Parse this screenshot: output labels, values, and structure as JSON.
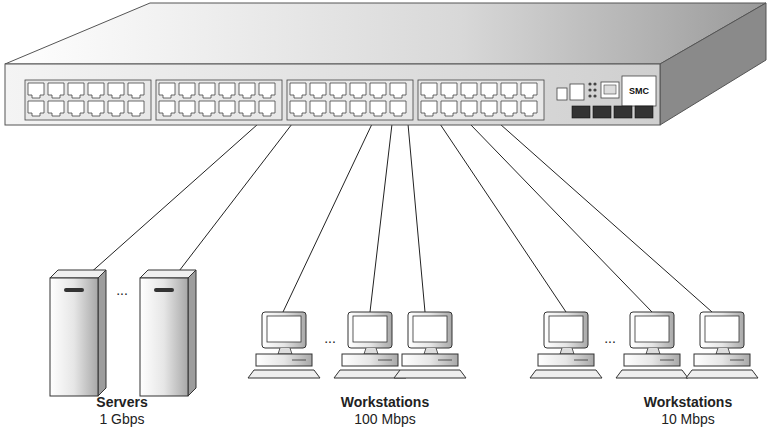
{
  "diagram": {
    "labels": [
      "SMC",
      "...",
      "...",
      "...",
      "Servers",
      "1 Gbps",
      "Workstations",
      "100 Mbps",
      "Workstations",
      "10 Mbps"
    ]
  }
}
